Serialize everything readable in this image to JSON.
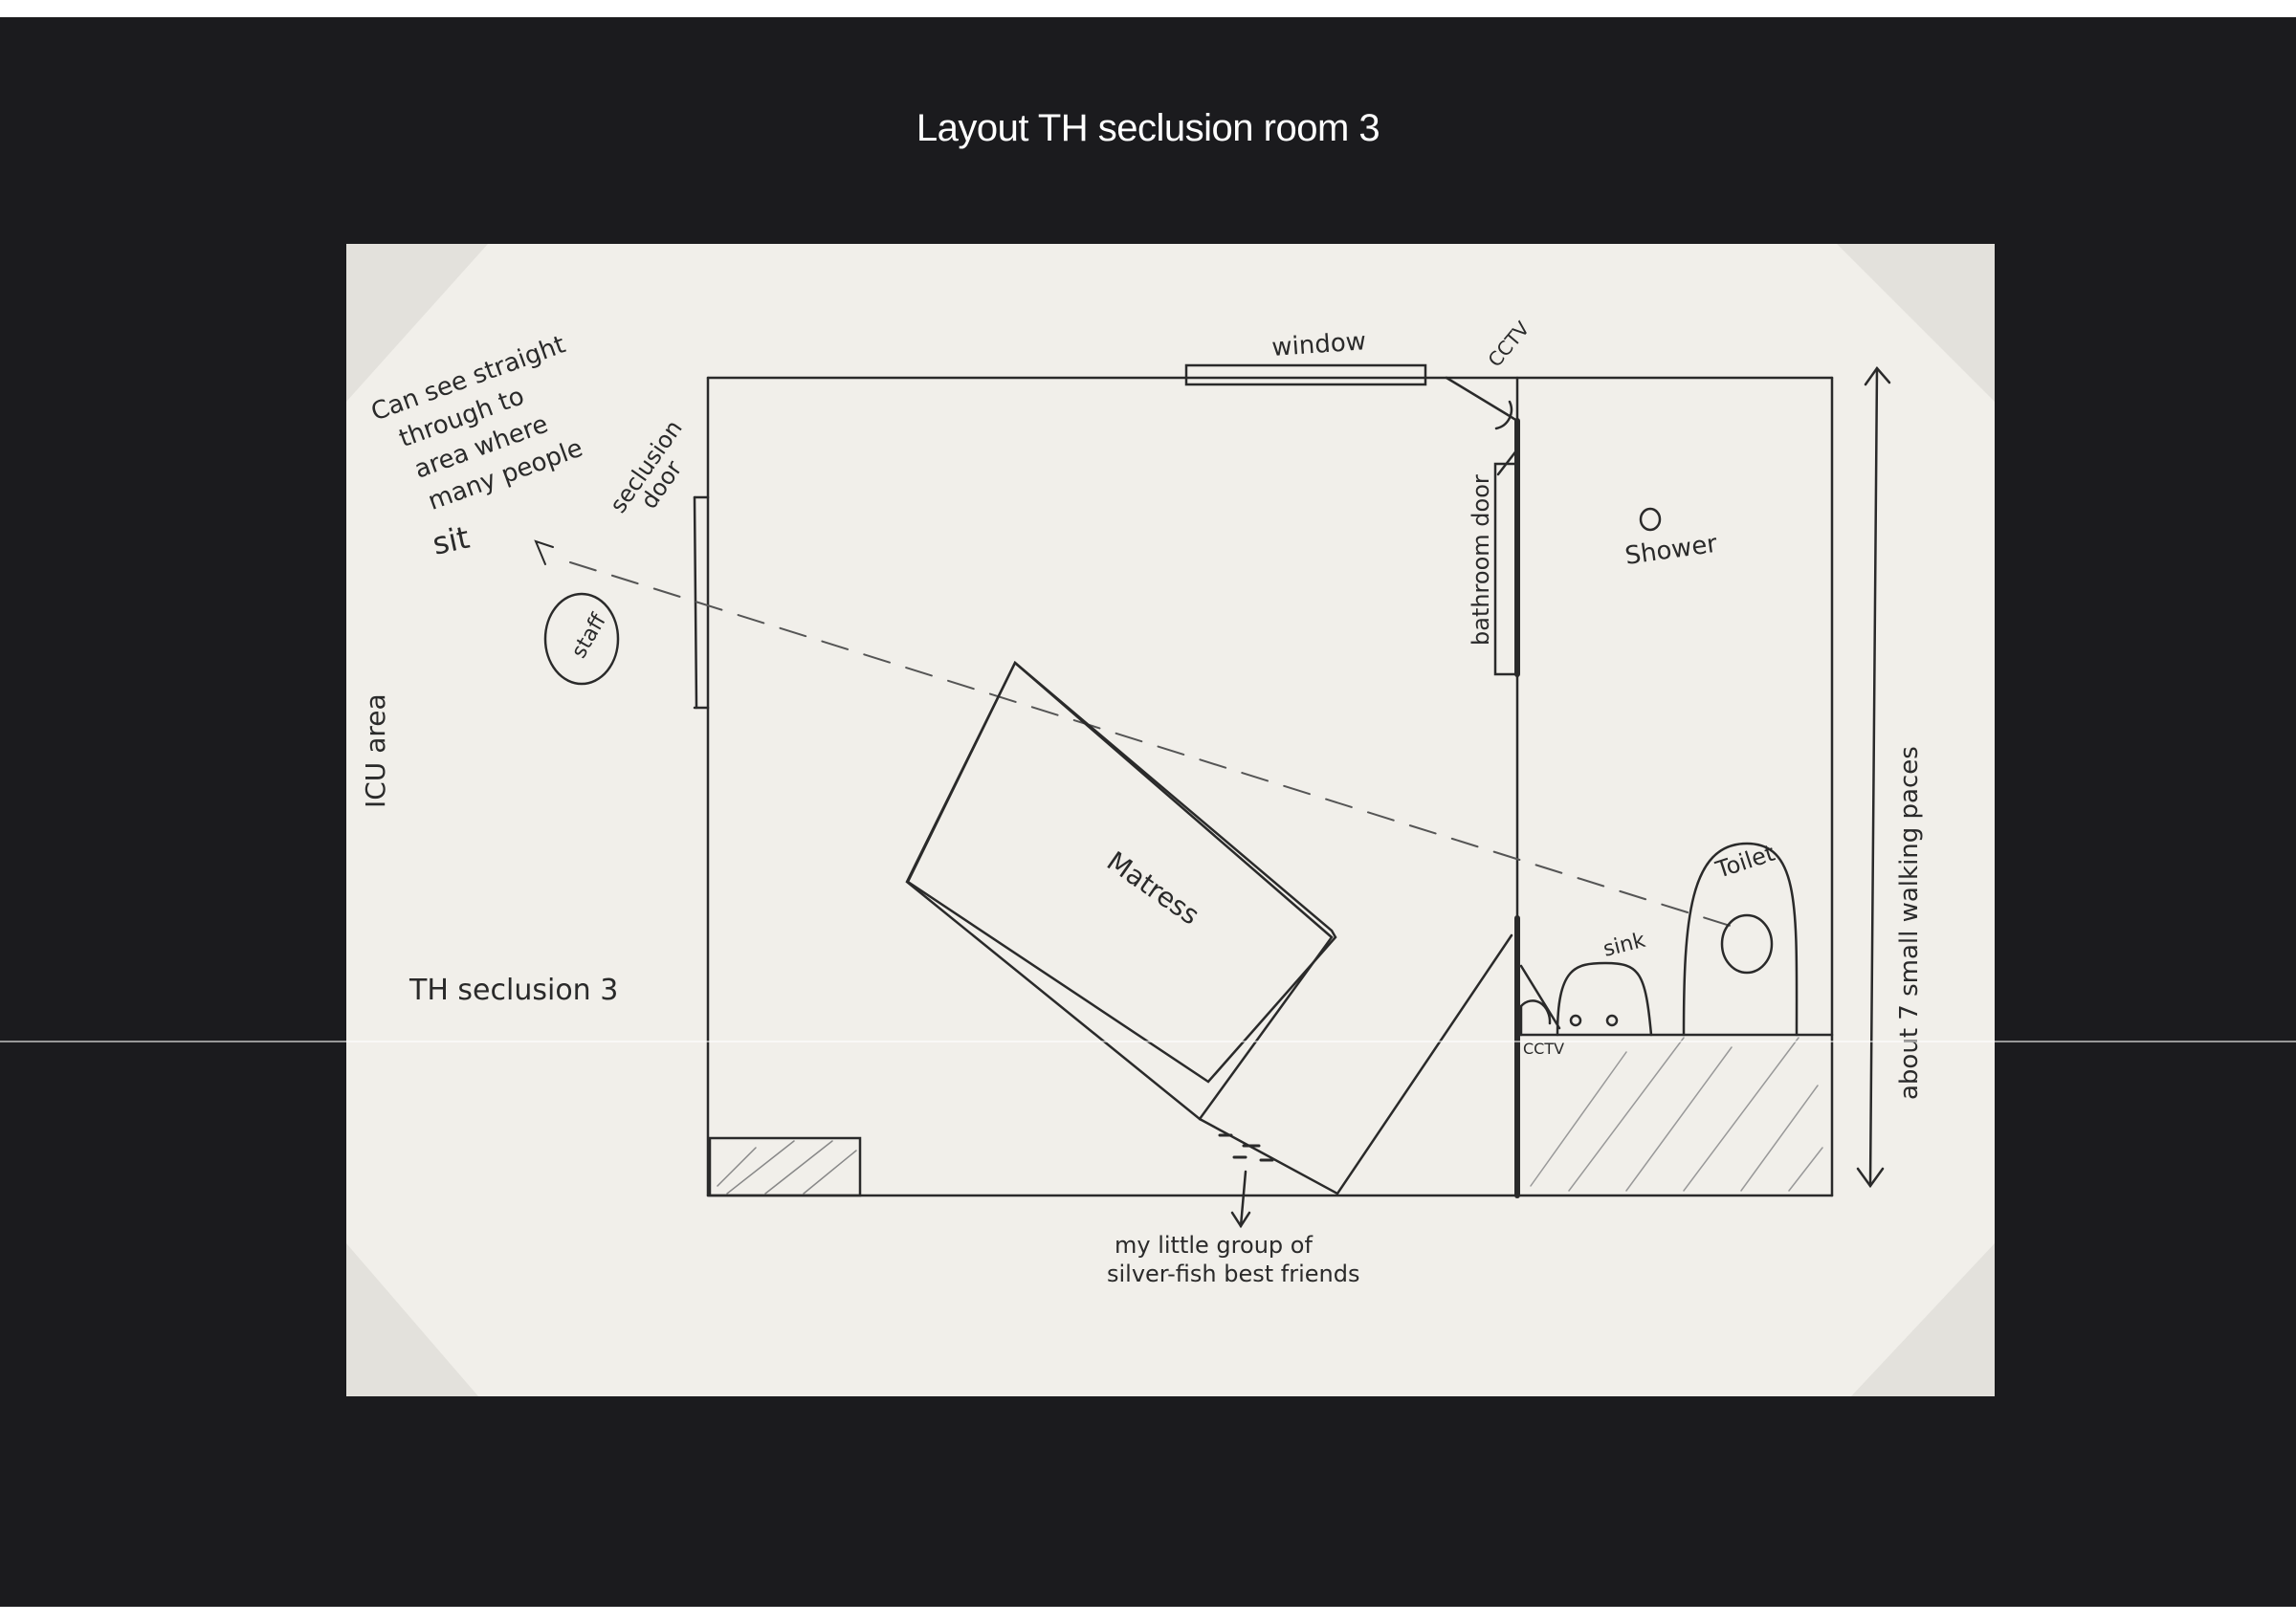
{
  "title": "Layout TH seclusion room 3",
  "paper": {
    "room_label": "TH seclusion 3",
    "outside_area_label": "ICU area",
    "staff_label": "staff",
    "sightline_note": [
      "Can see straight",
      "through to",
      "area where",
      "many people",
      "sit"
    ],
    "seclusion_door_label": [
      "seclusion",
      "door"
    ],
    "window_label": "window",
    "cctv_top_label": "CCTV",
    "bathroom_door_label": "bathroom door",
    "shower_label": "Shower",
    "toilet_label": "Toilet",
    "sink_label": "sink",
    "cctv_bottom_label": "CCTV",
    "mattress_label": "Matress",
    "silverfish_note": [
      "my little group of",
      "silver-fish best friends"
    ],
    "dimension_label": "about 7 small walking paces"
  },
  "colors": {
    "mat": "#1b1b1e",
    "paper": "#f1efea",
    "ink": "#2a2a2a",
    "title_text": "#ffffff"
  }
}
